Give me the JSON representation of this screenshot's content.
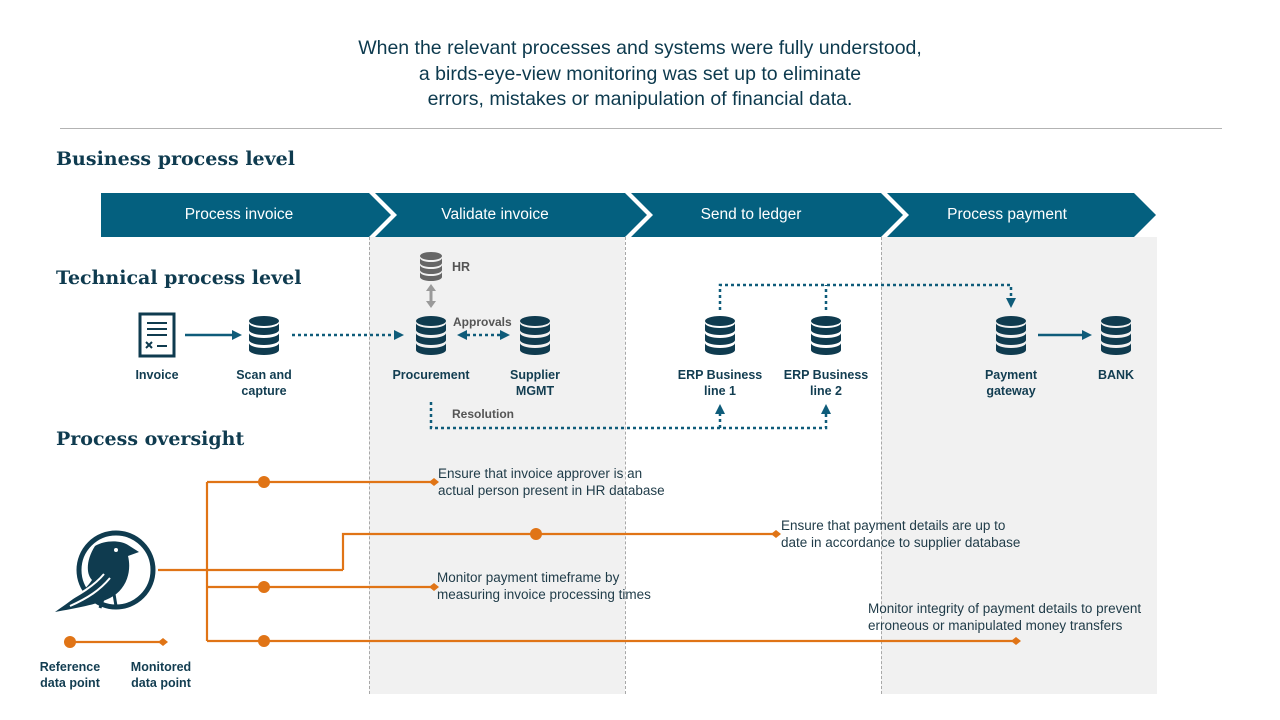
{
  "headline": [
    "When the relevant processes and systems were fully understood,",
    "a birds-eye-view monitoring was set up to eliminate",
    "errors, mistakes or manipulation of financial data."
  ],
  "sections": {
    "business": "Business process level",
    "technical": "Technical process level",
    "oversight": "Process oversight"
  },
  "phases": [
    "Process invoice",
    "Validate invoice",
    "Send to ledger",
    "Process payment"
  ],
  "nodes": {
    "invoice": "Invoice",
    "scan": [
      "Scan and",
      "capture"
    ],
    "procurement": "Procurement",
    "supplier": [
      "Supplier",
      "MGMT"
    ],
    "hr": "HR",
    "erp1": [
      "ERP Business",
      "line 1"
    ],
    "erp2": [
      "ERP Business",
      "line 2"
    ],
    "gateway": [
      "Payment",
      "gateway"
    ],
    "bank": "BANK"
  },
  "edge_labels": {
    "approvals": "Approvals",
    "resolution": "Resolution"
  },
  "checks": [
    [
      "Ensure that invoice approver is an",
      "actual person present in HR database"
    ],
    [
      "Ensure that payment details are up to",
      "date in accordance to supplier database"
    ],
    [
      "Monitor payment timeframe by",
      "measuring invoice processing times"
    ],
    [
      "Monitor integrity of payment details to prevent",
      "erroneous or manipulated money transfers"
    ]
  ],
  "legend": {
    "reference": [
      "Reference",
      "data point"
    ],
    "monitored": [
      "Monitored",
      "data point"
    ]
  },
  "colors": {
    "primary": "#04607f",
    "accent": "#e07416",
    "band": "#f1f1f1"
  }
}
